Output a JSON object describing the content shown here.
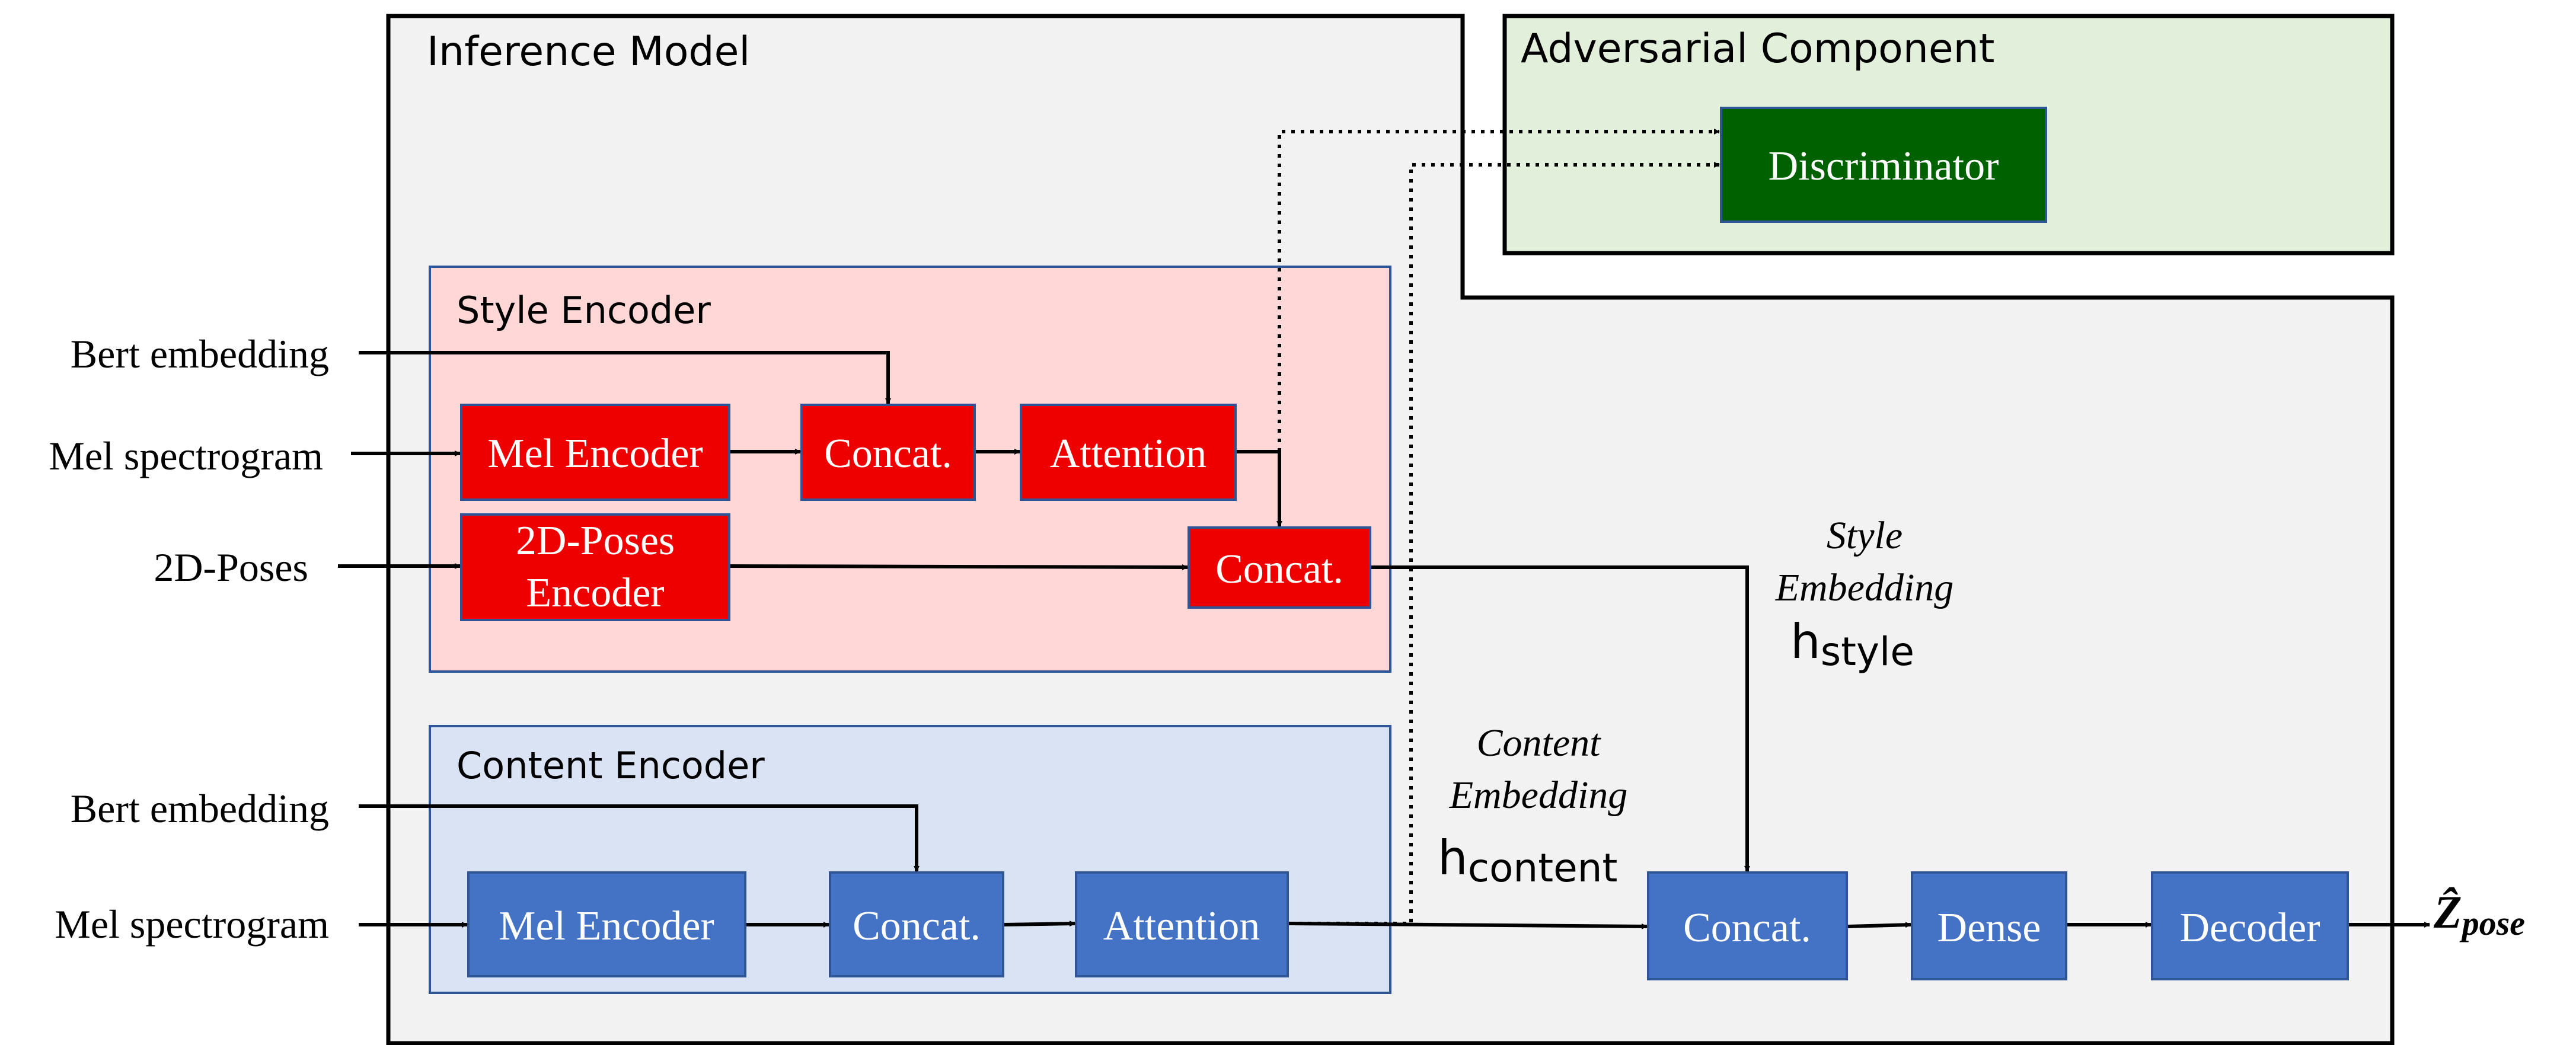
{
  "regions": {
    "inference_model": "Inference Model",
    "adversarial_component": "Adversarial Component",
    "style_encoder": "Style Encoder",
    "content_encoder": "Content Encoder"
  },
  "style_encoder": {
    "inputs": {
      "bert": "Bert embedding",
      "mel": "Mel spectrogram",
      "poses": "2D-Poses"
    },
    "mel_encoder": "Mel Encoder",
    "concat1": "Concat.",
    "attention": "Attention",
    "poses_encoder_line1": "2D-Poses",
    "poses_encoder_line2": "Encoder",
    "concat2": "Concat."
  },
  "content_encoder": {
    "inputs": {
      "bert": "Bert embedding",
      "mel": "Mel spectrogram"
    },
    "mel_encoder": "Mel Encoder",
    "concat": "Concat.",
    "attention": "Attention"
  },
  "discriminator": "Discriminator",
  "embeddings": {
    "style_line1": "Style",
    "style_line2": "Embedding",
    "style_h": "h",
    "style_sub": "style",
    "content_line1": "Content",
    "content_line2": "Embedding",
    "content_h": "h",
    "content_sub": "content"
  },
  "decoder_chain": {
    "concat": "Concat.",
    "dense": "Dense",
    "decoder": "Decoder"
  },
  "output": {
    "symbol": "Ẑ",
    "sub": "pose"
  },
  "colors": {
    "inference_bg": "#f2f2f2",
    "adversarial_bg": "#e2efda",
    "style_bg": "#ffd7d7",
    "style_box": "#ee0000",
    "content_bg": "#dae3f3",
    "content_box": "#4472c4",
    "discriminator_box": "#006100"
  }
}
